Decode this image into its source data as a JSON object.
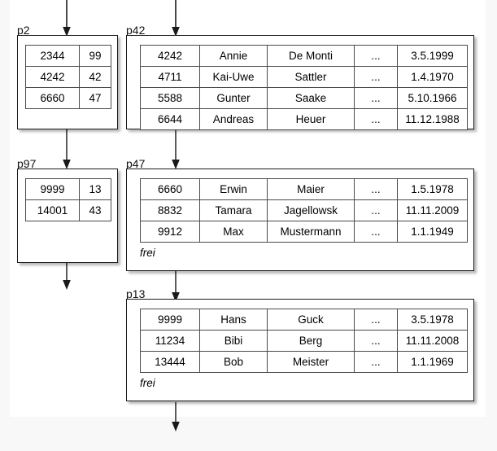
{
  "diagram": {
    "title": "B-tree index with leaf data pages",
    "background_color": "#ffffff",
    "page_margin_color": "#f8f8f8",
    "line_color": "#1a1a1a",
    "free_space_label": "frei",
    "ellipsis": "..."
  },
  "index_pages": [
    {
      "id": "p2",
      "label": "p2",
      "columns": 2,
      "rows": [
        {
          "key": "2344",
          "pointer": "99"
        },
        {
          "key": "4242",
          "pointer": "42"
        },
        {
          "key": "6660",
          "pointer": "47"
        }
      ]
    },
    {
      "id": "p97",
      "label": "p97",
      "columns": 2,
      "rows": [
        {
          "key": "9999",
          "pointer": "13"
        },
        {
          "key": "14001",
          "pointer": "43"
        }
      ]
    }
  ],
  "data_pages": [
    {
      "id": "p42",
      "label": "p42",
      "has_free_space_label": false,
      "rows": [
        {
          "id": "4242",
          "first_name": "Annie",
          "last_name": "De Monti",
          "more": "...",
          "date": "3.5.1999"
        },
        {
          "id": "4711",
          "first_name": "Kai-Uwe",
          "last_name": "Sattler",
          "more": "...",
          "date": "1.4.1970"
        },
        {
          "id": "5588",
          "first_name": "Gunter",
          "last_name": "Saake",
          "more": "...",
          "date": "5.10.1966"
        },
        {
          "id": "6644",
          "first_name": "Andreas",
          "last_name": "Heuer",
          "more": "...",
          "date": "11.12.1988"
        }
      ]
    },
    {
      "id": "p47",
      "label": "p47",
      "has_free_space_label": true,
      "free_space_label": "frei",
      "rows": [
        {
          "id": "6660",
          "first_name": "Erwin",
          "last_name": "Maier",
          "more": "...",
          "date": "1.5.1978"
        },
        {
          "id": "8832",
          "first_name": "Tamara",
          "last_name": "Jagellowsk",
          "more": "...",
          "date": "11.11.2009"
        },
        {
          "id": "9912",
          "first_name": "Max",
          "last_name": "Mustermann",
          "more": "...",
          "date": "1.1.1949"
        }
      ]
    },
    {
      "id": "p13",
      "label": "p13",
      "has_free_space_label": true,
      "free_space_label": "frei",
      "rows": [
        {
          "id": "9999",
          "first_name": "Hans",
          "last_name": "Guck",
          "more": "...",
          "date": "3.5.1978"
        },
        {
          "id": "11234",
          "first_name": "Bibi",
          "last_name": "Berg",
          "more": "...",
          "date": "11.11.2008"
        },
        {
          "id": "13444",
          "first_name": "Bob",
          "last_name": "Meister",
          "more": "...",
          "date": "1.1.1969"
        }
      ]
    }
  ],
  "arrows": [
    {
      "name": "arrow-into-p2",
      "from": "top",
      "to": "p2"
    },
    {
      "name": "arrow-into-p42",
      "from": "top",
      "to": "p42"
    },
    {
      "name": "arrow-p2-to-p97",
      "from": "p2",
      "to": "p97"
    },
    {
      "name": "arrow-p42-to-p47",
      "from": "p42",
      "to": "p47"
    },
    {
      "name": "arrow-p97-out",
      "from": "p97",
      "to": "bottom"
    },
    {
      "name": "arrow-p47-to-p13",
      "from": "p47",
      "to": "p13"
    },
    {
      "name": "arrow-p13-out",
      "from": "p13",
      "to": "bottom"
    }
  ]
}
